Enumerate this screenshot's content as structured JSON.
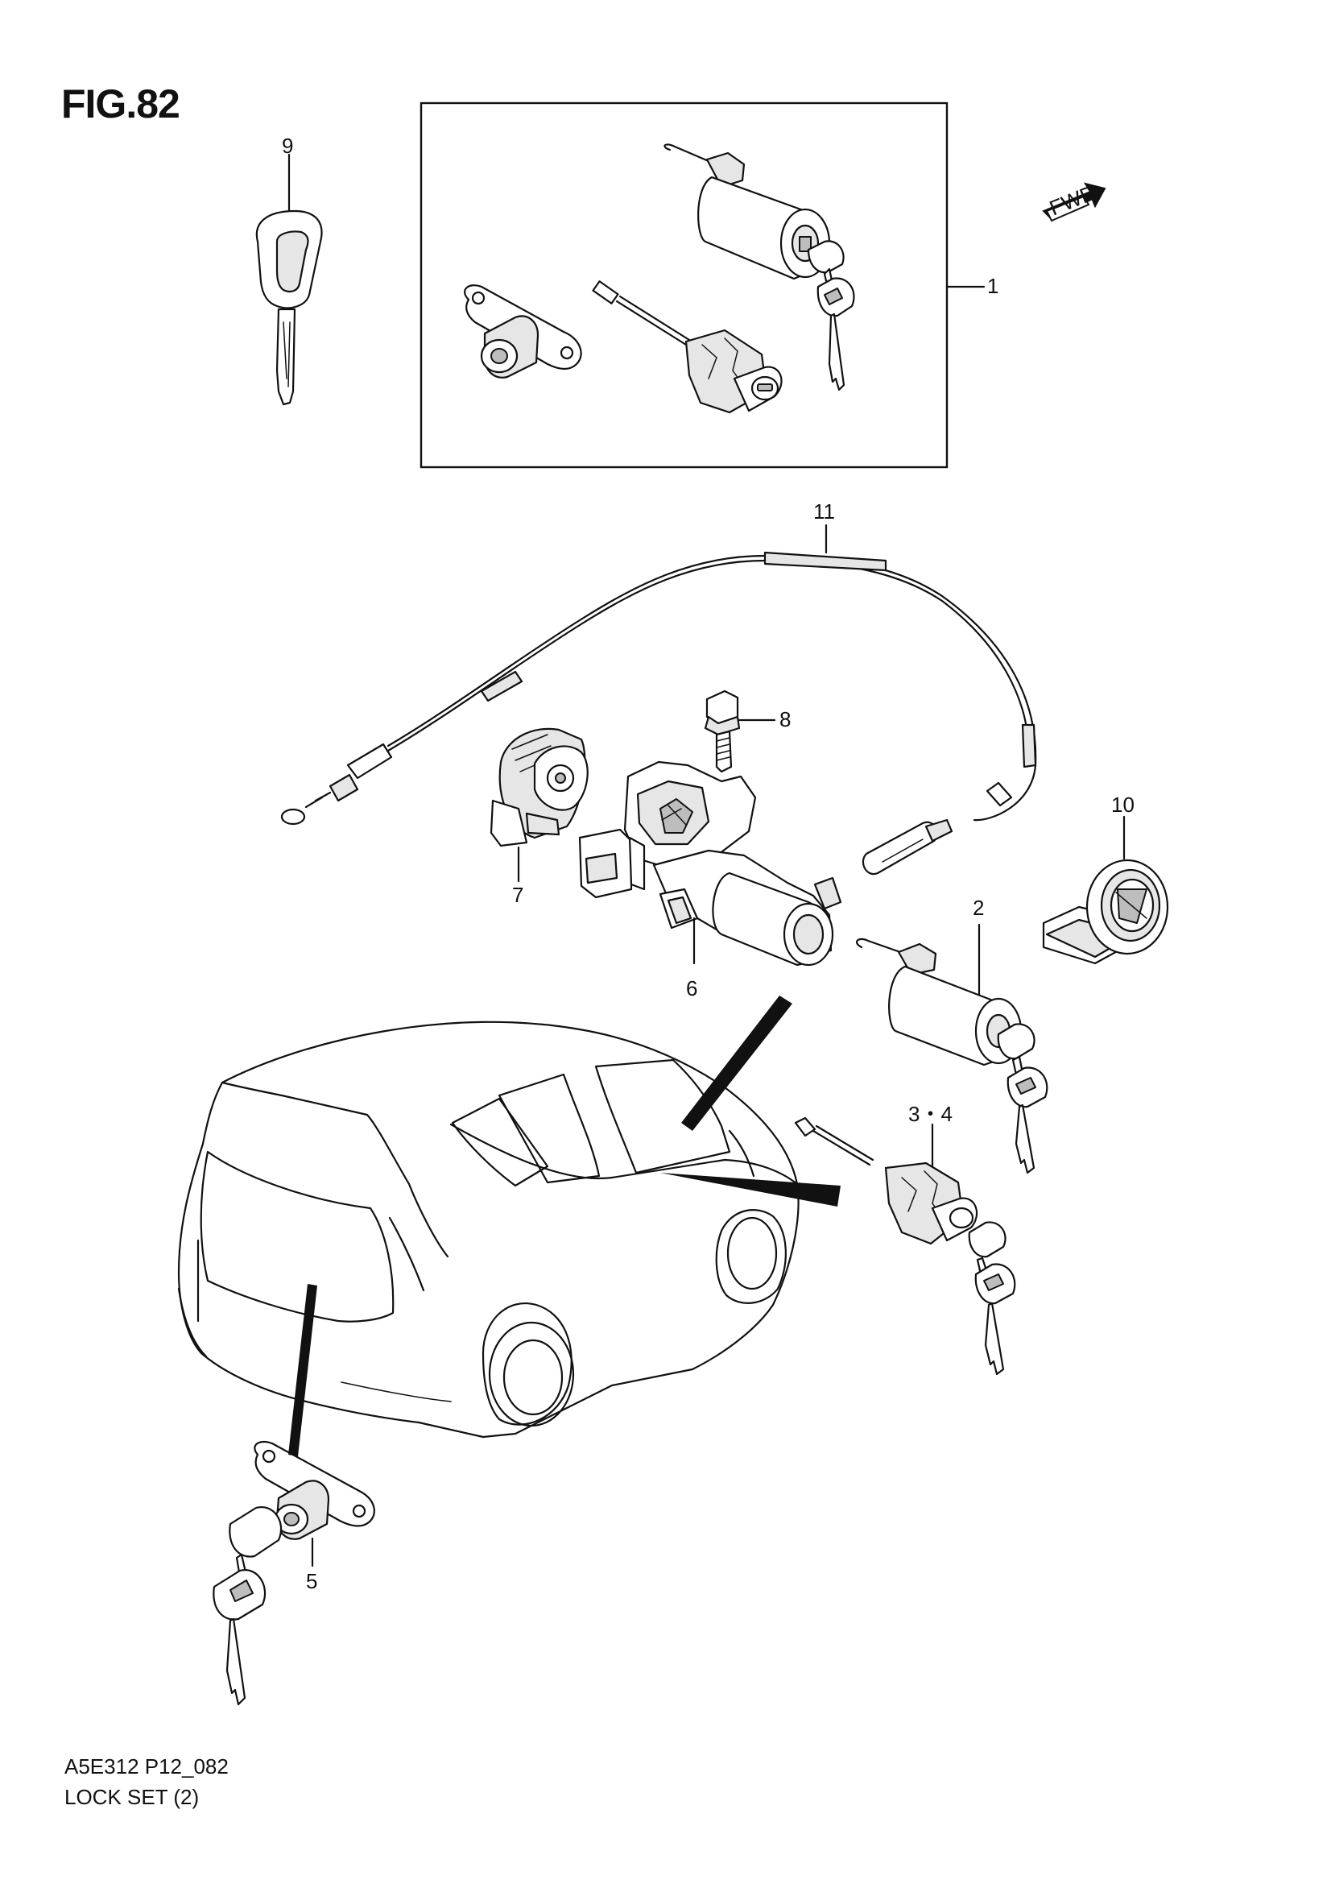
{
  "figure": {
    "title": "FIG.82",
    "code": "A5E312 P12_082",
    "name": "LOCK SET (2)"
  },
  "direction_arrow": {
    "label": "FWD"
  },
  "callouts": [
    {
      "id": "c1",
      "text": "1"
    },
    {
      "id": "c2",
      "text": "2"
    },
    {
      "id": "c34",
      "text": "3・4"
    },
    {
      "id": "c5",
      "text": "5"
    },
    {
      "id": "c6",
      "text": "6"
    },
    {
      "id": "c7",
      "text": "7"
    },
    {
      "id": "c8",
      "text": "8"
    },
    {
      "id": "c9",
      "text": "9"
    },
    {
      "id": "c10",
      "text": "10"
    },
    {
      "id": "c11",
      "text": "11"
    }
  ],
  "icons": [
    "key-icon",
    "lock-cylinder-icon",
    "fwd-arrow-icon",
    "vehicle-outline-icon",
    "cable-icon",
    "bolt-icon",
    "ignition-switch-icon"
  ]
}
